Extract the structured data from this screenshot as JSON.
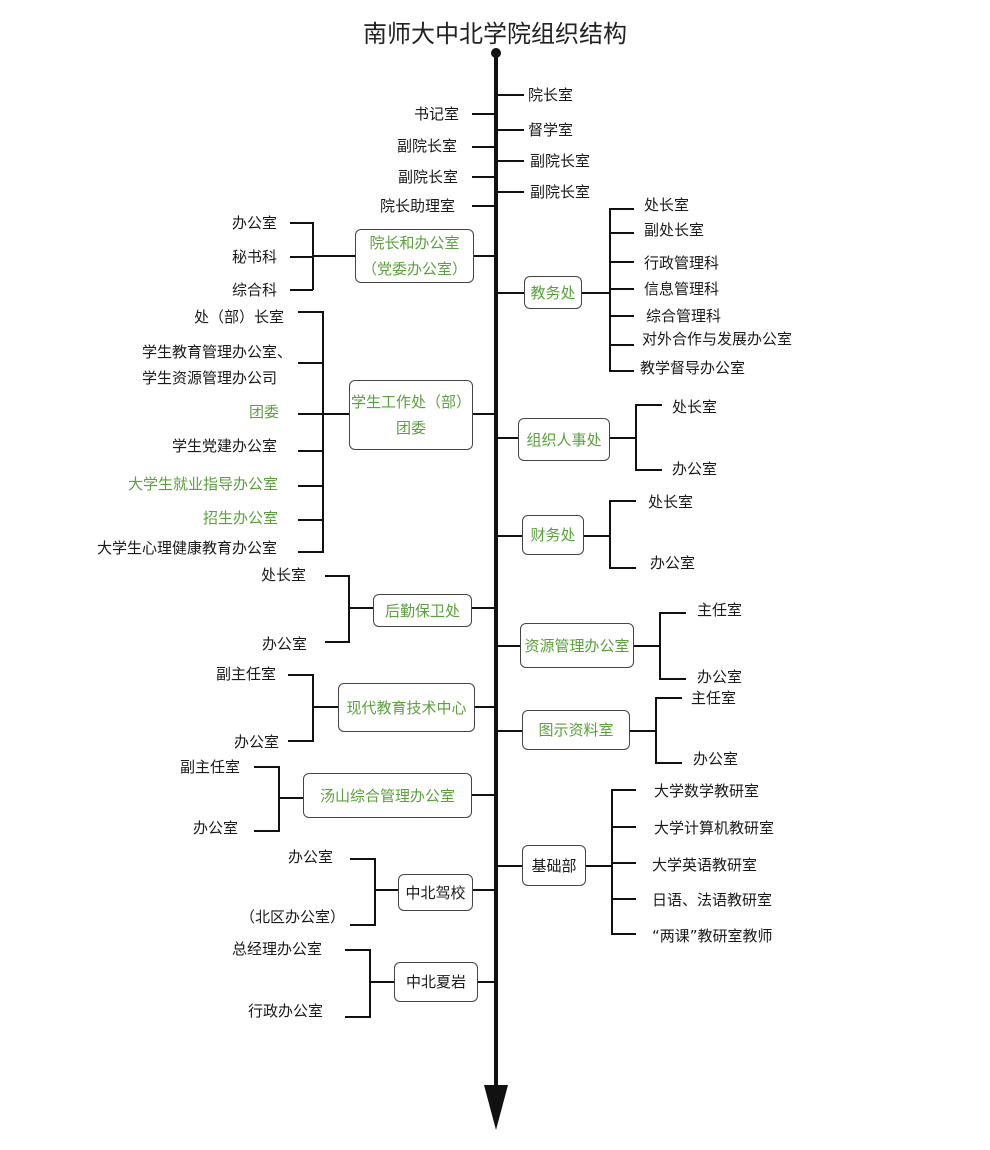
{
  "title": "南师大中北学院组织结构",
  "top_right": [
    "院长室",
    "督学室",
    "副院长室",
    "副院长室"
  ],
  "top_left": [
    "书记室",
    "副院长室",
    "副院长室",
    "院长助理室"
  ],
  "dean_office": {
    "line1": "院长和办公室",
    "line2": "（党委办公室）",
    "children": [
      "办公室",
      "秘书科",
      "综合科"
    ]
  },
  "academic_affairs": {
    "label": "教务处",
    "children": [
      "处长室",
      "副处长室",
      "行政管理科",
      "信息管理科",
      "综合管理科",
      "对外合作与发展办公室",
      "教学督导办公室"
    ]
  },
  "student_affairs": {
    "line1": "学生工作处（部）",
    "line2": "团委",
    "children": [
      "处（部）长室",
      "学生教育管理办公室、",
      "学生资源管理办公司",
      "团委",
      "学生党建办公室",
      "大学生就业指导办公室",
      "招生办公室",
      "大学生心理健康教育办公室"
    ]
  },
  "personnel": {
    "label": "组织人事处",
    "children": [
      "处长室",
      "办公室"
    ]
  },
  "finance": {
    "label": "财务处",
    "children": [
      "处长室",
      "办公室"
    ]
  },
  "logistics": {
    "label": "后勤保卫处",
    "children": [
      "处长室",
      "办公室"
    ]
  },
  "resources": {
    "label": "资源管理办公室",
    "children": [
      "主任室",
      "办公室"
    ]
  },
  "edu_tech": {
    "label": "现代教育技术中心",
    "children": [
      "副主任室",
      "办公室"
    ]
  },
  "library": {
    "label": "图示资料室",
    "children": [
      "主任室",
      "办公室"
    ]
  },
  "tangshan": {
    "label": "汤山综合管理办公室",
    "children": [
      "副主任室",
      "办公室"
    ]
  },
  "basic_dept": {
    "label": "基础部",
    "children": [
      "大学数学教研室",
      "大学计算机教研室",
      "大学英语教研室",
      "日语、法语教研室",
      "“两课”教研室教师"
    ]
  },
  "driving_school": {
    "label": "中北驾校",
    "children": [
      "办公室",
      "（北区办公室）"
    ]
  },
  "xiayan": {
    "label": "中北夏岩",
    "children": [
      "总经理办公室",
      "行政办公室"
    ]
  },
  "colors": {
    "line": "#111111",
    "green_text": "#5aa13b",
    "text": "#1a1a1a"
  }
}
